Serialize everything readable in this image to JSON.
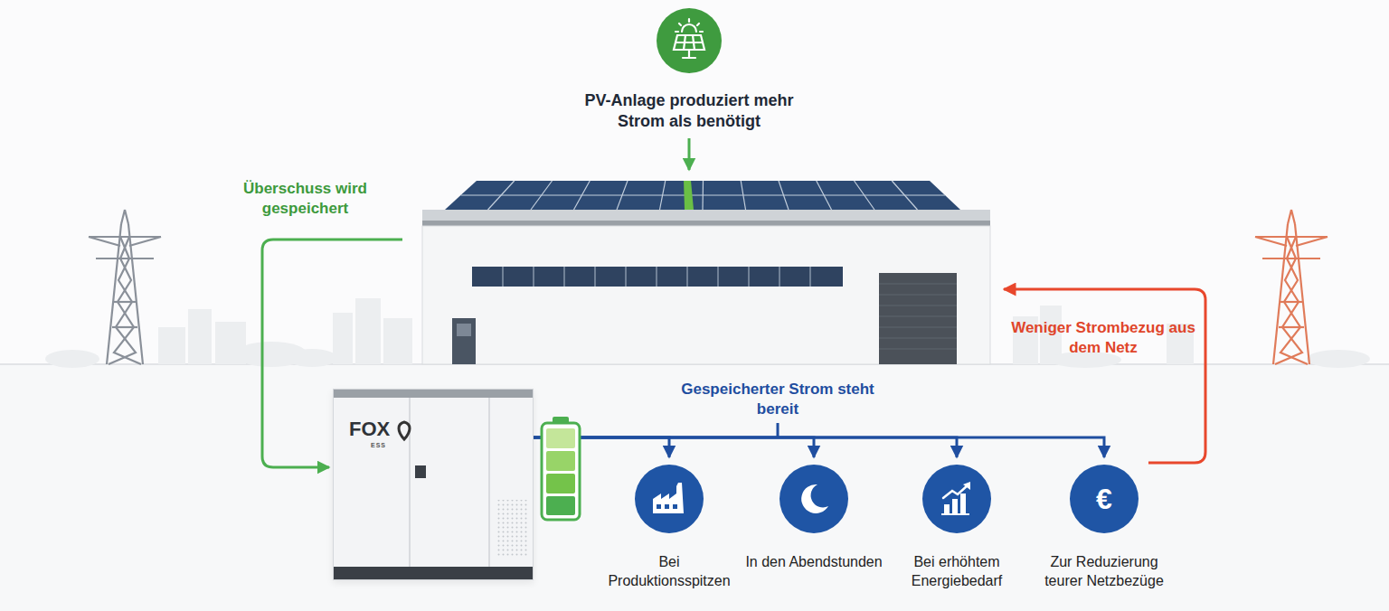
{
  "diagram": {
    "nodes": [
      {
        "text": [
          "PV-Anlage produziert mehr Strom als benötigt"
        ]
      },
      {
        "text": [
          "FOX",
          "ESS"
        ]
      },
      {
        "text": [
          "Bei Produktionsspitzen"
        ]
      },
      {
        "text": [
          "In den Abendstunden"
        ]
      },
      {
        "text": [
          "Bei erhöhtem Energiebedarf"
        ]
      },
      {
        "text": [
          "€",
          "Zur Reduzierung teurer Netzbezüge"
        ]
      }
    ],
    "edges": [
      {
        "from": 1,
        "to": 2,
        "arrow": "to"
      },
      {
        "from": 1,
        "to": 3,
        "arrow": "to"
      },
      {
        "from": 1,
        "to": 4,
        "arrow": "to"
      },
      {
        "from": 1,
        "to": 5,
        "arrow": "to"
      }
    ],
    "labels": [
      "Überschuss wird gespeichert",
      "Gespeicherter Strom steht bereit",
      "Weniger Strombezug aus dem Netz"
    ]
  }
}
